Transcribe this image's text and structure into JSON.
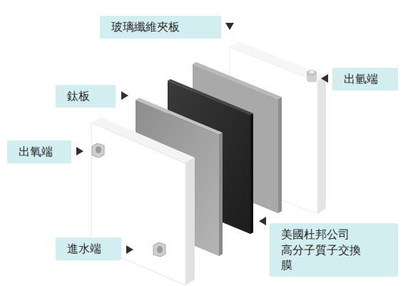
{
  "diagram": {
    "nodes": [
      {
        "text": [
          "玻璃纖維夾板"
        ]
      },
      {
        "text": [
          "鈦板"
        ]
      },
      {
        "text": [
          "出氫端"
        ]
      },
      {
        "text": [
          "出氧端"
        ]
      },
      {
        "text": [
          "美國杜邦公司 高分子質子交換膜"
        ]
      },
      {
        "text": [
          "進水端"
        ]
      }
    ]
  }
}
